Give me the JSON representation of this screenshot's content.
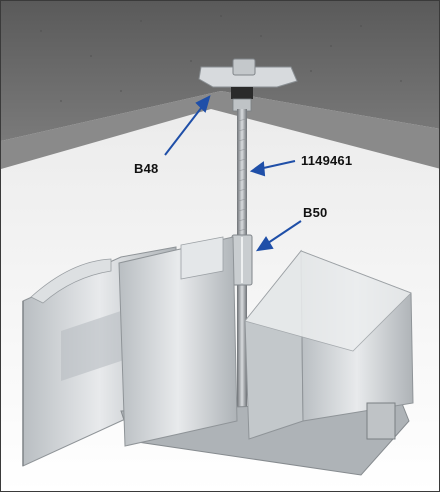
{
  "callouts": {
    "b48": "B48",
    "rod": "1149461",
    "b50": "B50"
  },
  "colors": {
    "ceiling": "#6f6f6f",
    "ceiling_edge": "#9a9a9a",
    "background": "#f2f2f2",
    "aluminium": "#cfd3d6",
    "aluminium_dark": "#9ea4a8",
    "arrow": "#1f4fa8",
    "frame": "#3a3a3a"
  }
}
